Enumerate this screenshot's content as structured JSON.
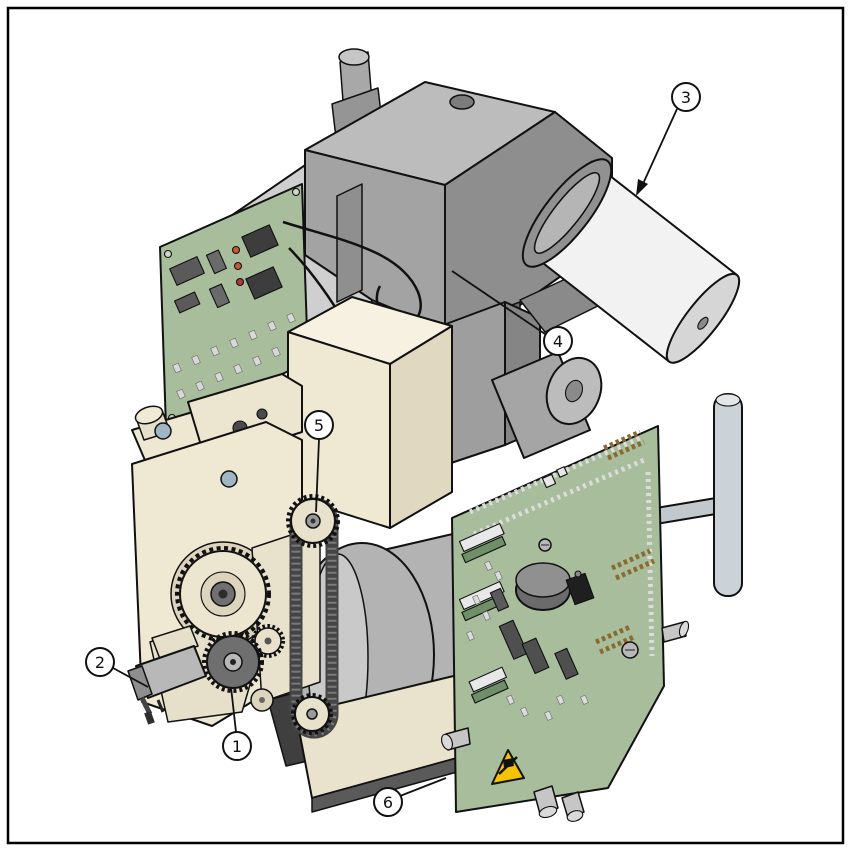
{
  "figure": {
    "background": "#ffffff",
    "frame_color": "#000000"
  },
  "colors": {
    "pcb_green": "#a8bd9c",
    "pcb_green_dark": "#6f8f68",
    "body_beige": "#efe8d3",
    "beige_light": "#f6f1e1",
    "beige_dark": "#ddd5bd",
    "cover_gray": "#8e8e8e",
    "cover_gray_light": "#bcbcbc",
    "metal_gray": "#b3b3b3",
    "roller_white": "#f2f2f2",
    "roller_cap": "#d6d6d6",
    "belt_dark": "#454545",
    "handle_gray": "#ccd3d8",
    "warning_yellow": "#f4c400",
    "screw_teal": "#9fb7c4",
    "outline": "#111111"
  },
  "callouts": [
    {
      "label": "1"
    },
    {
      "label": "2"
    },
    {
      "label": "3"
    },
    {
      "label": "4"
    },
    {
      "label": "5"
    },
    {
      "label": "6"
    }
  ]
}
